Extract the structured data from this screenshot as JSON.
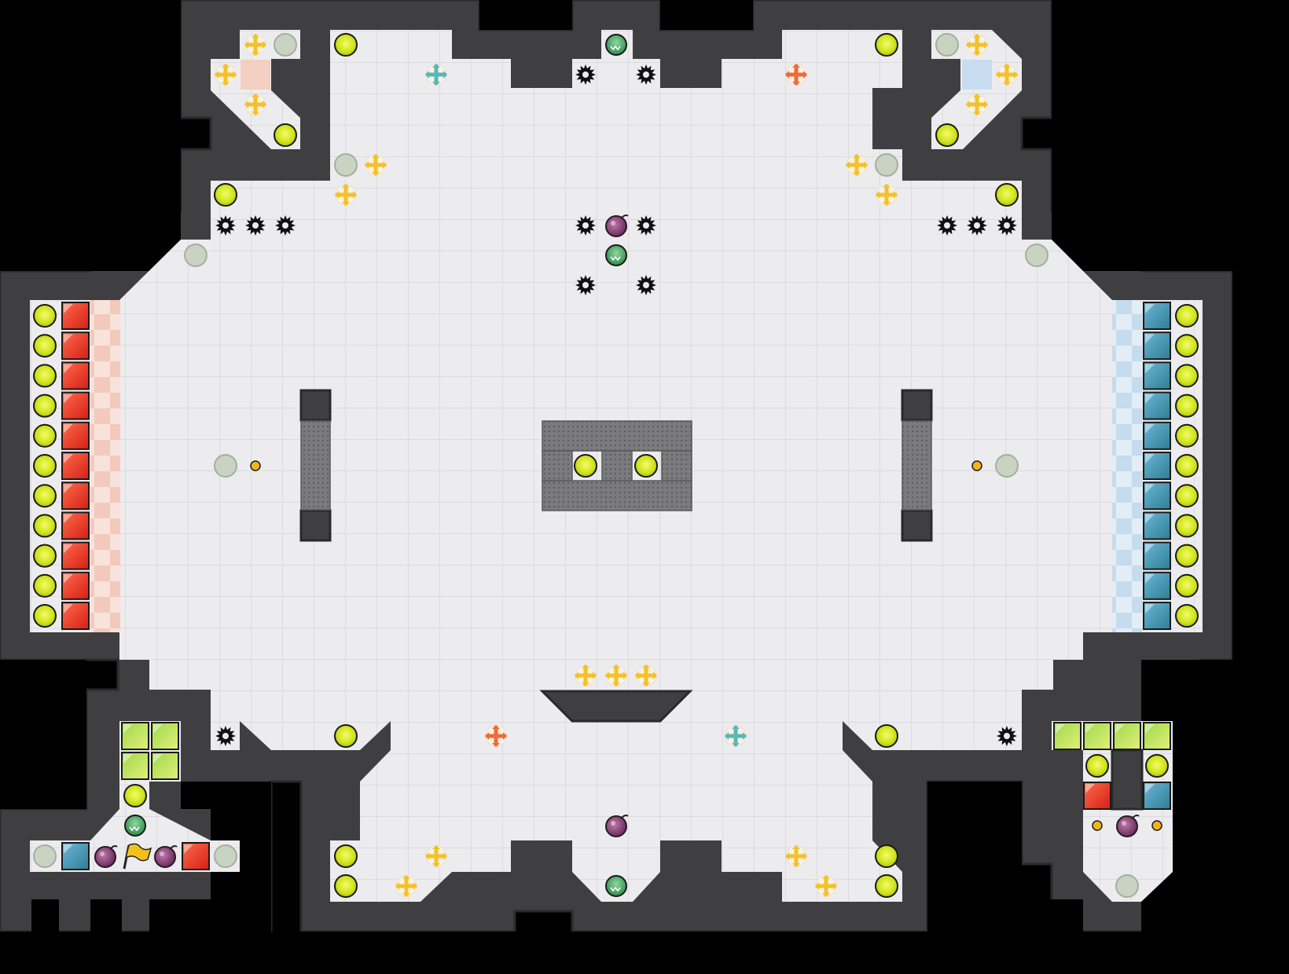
{
  "map": {
    "type": "top-down capture-the-flag tile map",
    "grid_size": 40,
    "colors": {
      "void": "#000000",
      "wall": "#3f3f42",
      "wall_edge": "#2a2a2c",
      "floor": "#ececef",
      "floor_line": "#d7d7db",
      "red_team": "#e8341f",
      "blue_team": "#3d8fb0",
      "red_zone": "#f3d1c5",
      "blue_zone": "#c9def0",
      "pellet": "#d4e81c",
      "inactive": "#c9d3c2",
      "boost_yellow": "#f3c12b",
      "boost_red": "#f06a3a",
      "boost_teal": "#5bb6b6",
      "spike": "#111111",
      "bomb": "#8a3f7a",
      "gate": "#7a7a7c",
      "flag": "#f2c21b"
    }
  },
  "legend": {
    "pellet": "pellet-powerup",
    "inactive": "inactive-powerup",
    "boost": "boost-pad",
    "spike": "spike-hazard",
    "bomb": "bomb",
    "portal": "portal",
    "red_tile": "red-team-tile",
    "blue_tile": "blue-team-tile",
    "green_tile": "neutral-tile",
    "gate": "gate",
    "button": "button",
    "flag": "flag"
  }
}
